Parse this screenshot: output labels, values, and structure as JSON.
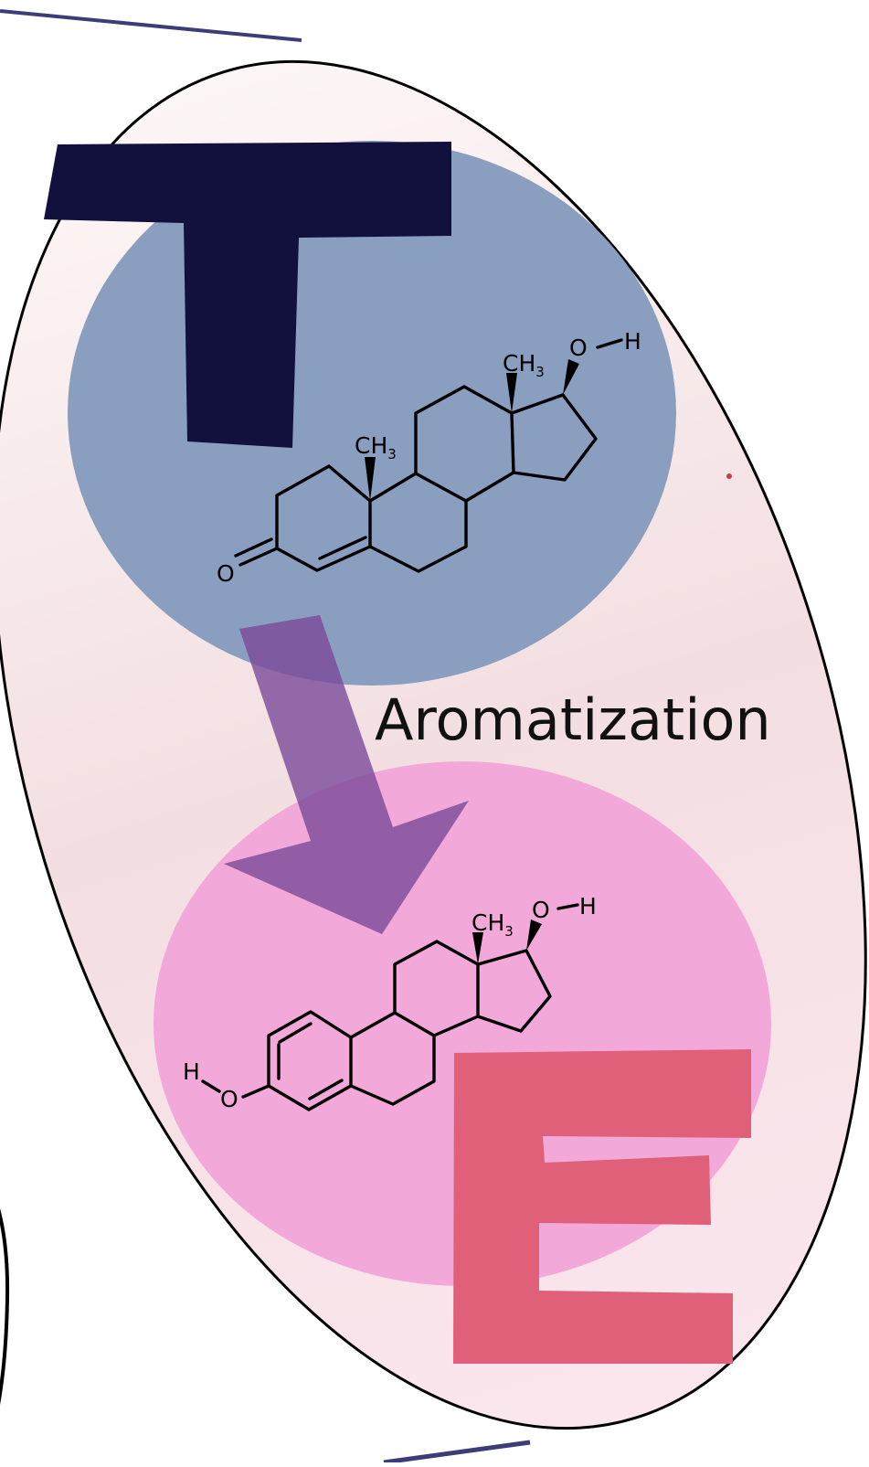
{
  "colors": {
    "testosterone_circle": "#8a9ebf",
    "estradiol_circle": "#f2a8d8",
    "letter_T": "#12103c",
    "letter_E": "#e0607a",
    "arrow": "#7a4a9a",
    "outer_ellipse_fill": "#f6e4e6",
    "outer_ellipse_stroke": "#000000",
    "frame_line": "#3c3c78"
  },
  "diagram": {
    "top_letter": "T",
    "bottom_letter": "E",
    "arrow_label": "Aromatization",
    "testosterone": {
      "methyl_c13": "CH",
      "methyl_c13_sub": "3",
      "methyl_c10": "CH",
      "methyl_c10_sub": "3",
      "hydroxyl_o": "O",
      "hydroxyl_h": "H",
      "ketone_o": "O"
    },
    "estradiol": {
      "methyl_c13": "CH",
      "methyl_c13_sub": "3",
      "hydroxyl_o": "O",
      "hydroxyl_h": "H",
      "phenol_o": "O",
      "phenol_h": "H"
    }
  }
}
